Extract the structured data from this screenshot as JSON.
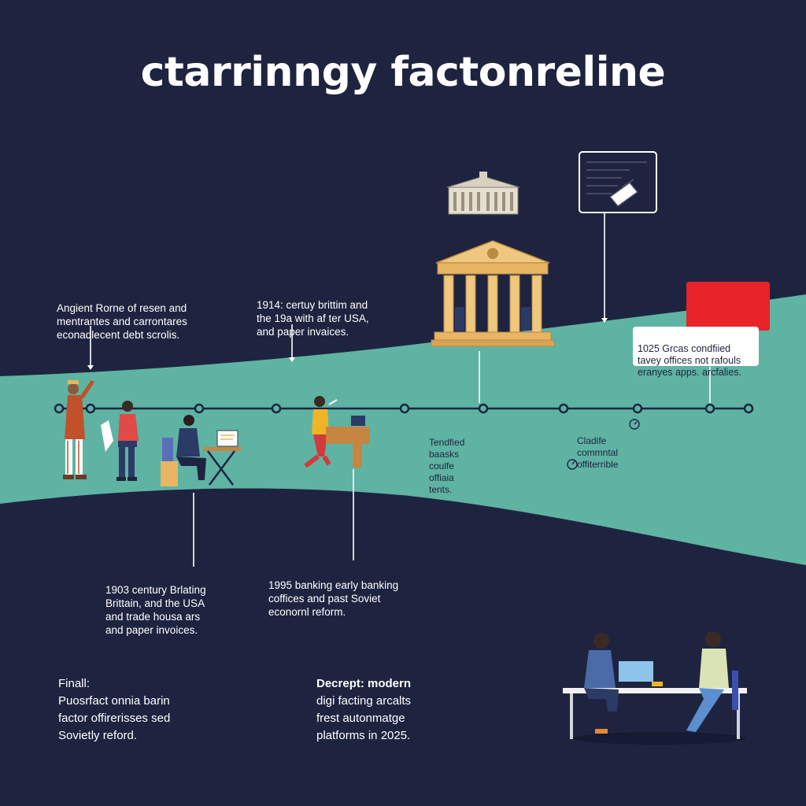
{
  "title": "ctarrinngy factonreline",
  "events_top": {
    "rome": [
      "Angient Rorne of resen and",
      "mentrantes and carrontares",
      "econadlecent debt scrolis."
    ],
    "c1914": [
      "1914: certuy brittim and",
      "the 19a with af ter USA,",
      "and paper invaices."
    ]
  },
  "events_bottom": {
    "c1903": [
      "1903 century Brlating",
      "Brittain, and the USA",
      "and trade housa ars",
      "and paper invoices."
    ],
    "c1995": [
      "1995 banking early banking",
      "coffices and past Soviet",
      "econornl reform."
    ]
  },
  "events_middle": {
    "a": [
      "Tendfied",
      "baasks",
      "coulfe",
      "offiaia",
      "tents."
    ],
    "b": [
      "Cladife",
      "commntal",
      "offiterrible"
    ]
  },
  "box_2025": [
    "1025 Grcas condfiied",
    "tavey offices not rafouls",
    "eranyes apps. arcfalies."
  ],
  "footer": {
    "left": [
      "Finall:",
      "Puosrfact onnia barin",
      "factor offirerisses sed",
      "Sovietly reford."
    ],
    "right": [
      "Decrept: modern",
      "digi facting arcalts",
      "frest autonmatge",
      "platforms in 2025."
    ]
  },
  "colors": {
    "background": "#1e2440",
    "band": "#5fb3a2",
    "accent_red": "#e8232a",
    "column_gold": "#e8b565"
  },
  "icons": [
    "building-icon",
    "bank-temple-icon",
    "document-icon",
    "red-card-icon",
    "people-icon",
    "desk-icon",
    "laptop-icon"
  ]
}
